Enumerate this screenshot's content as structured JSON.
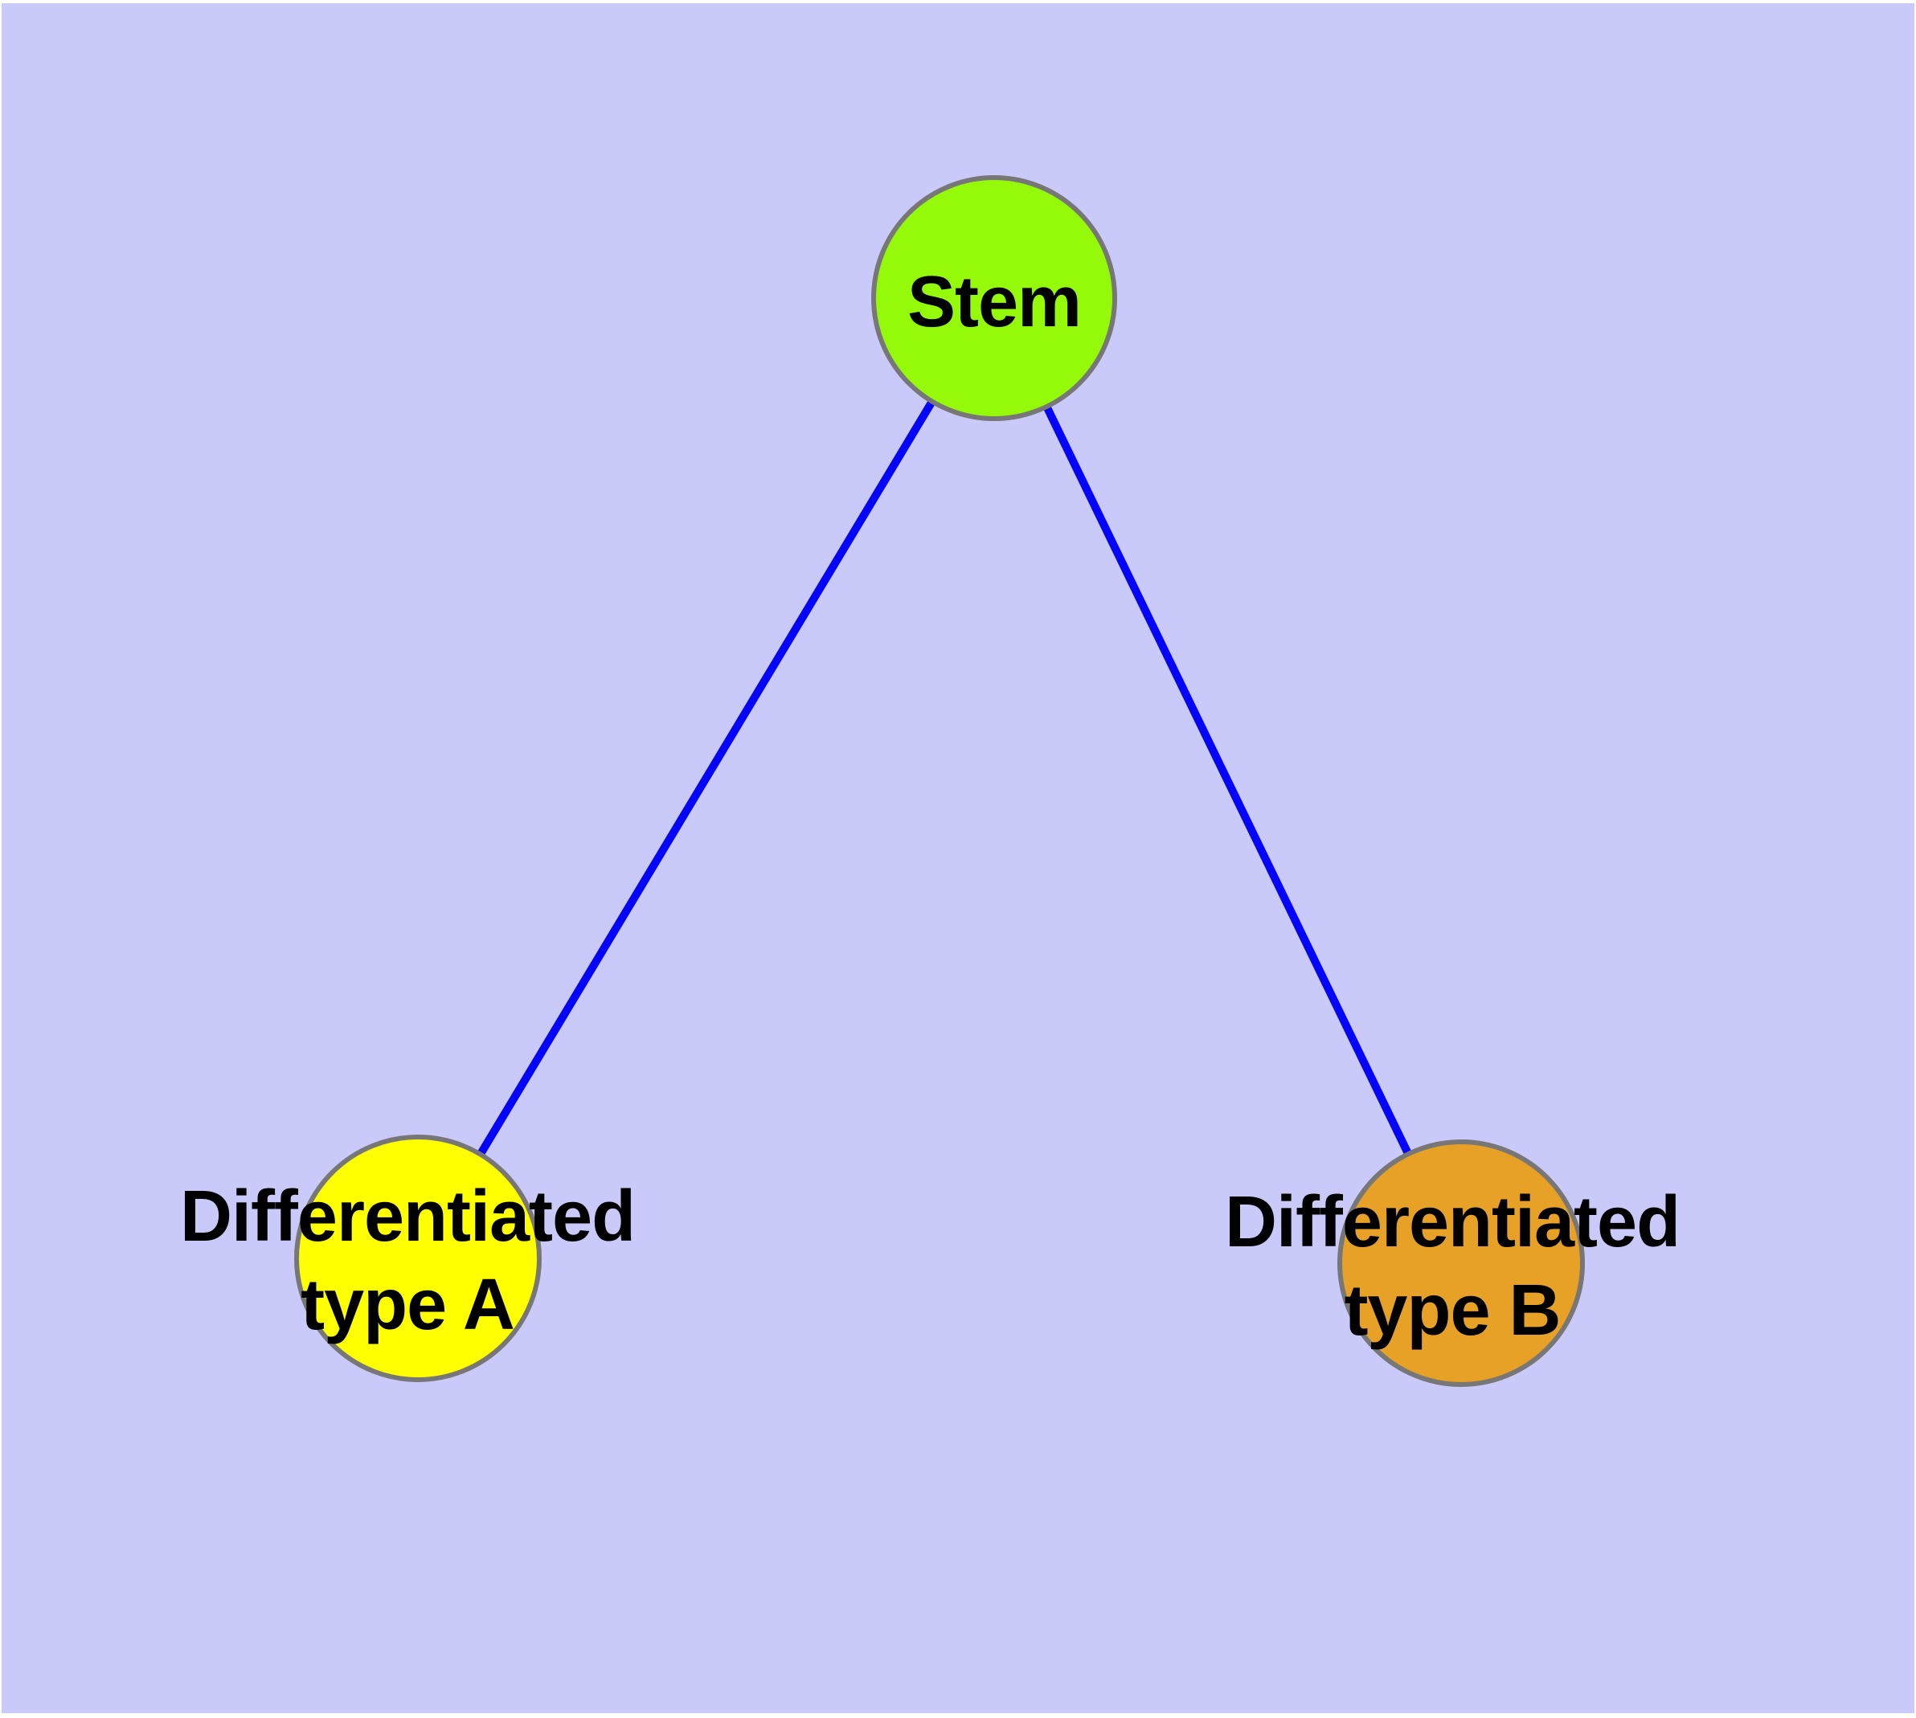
{
  "diagram": {
    "background_color": "#CACAFA",
    "page_margin_color": "#FFFFFF",
    "edge_color": "#0404FA",
    "node_border_color": "#777777",
    "label_color": "#000000",
    "nodes": [
      {
        "id": "stem",
        "label": "Stem",
        "fill": "#95FA0A"
      },
      {
        "id": "diff-a",
        "label": "Differentiated\ntype A",
        "fill": "#FFFF00"
      },
      {
        "id": "diff-b",
        "label": "Differentiated\ntype B",
        "fill": "#E6A126"
      }
    ],
    "edges": [
      {
        "from": "stem",
        "to": "diff-a"
      },
      {
        "from": "stem",
        "to": "diff-b"
      }
    ]
  }
}
